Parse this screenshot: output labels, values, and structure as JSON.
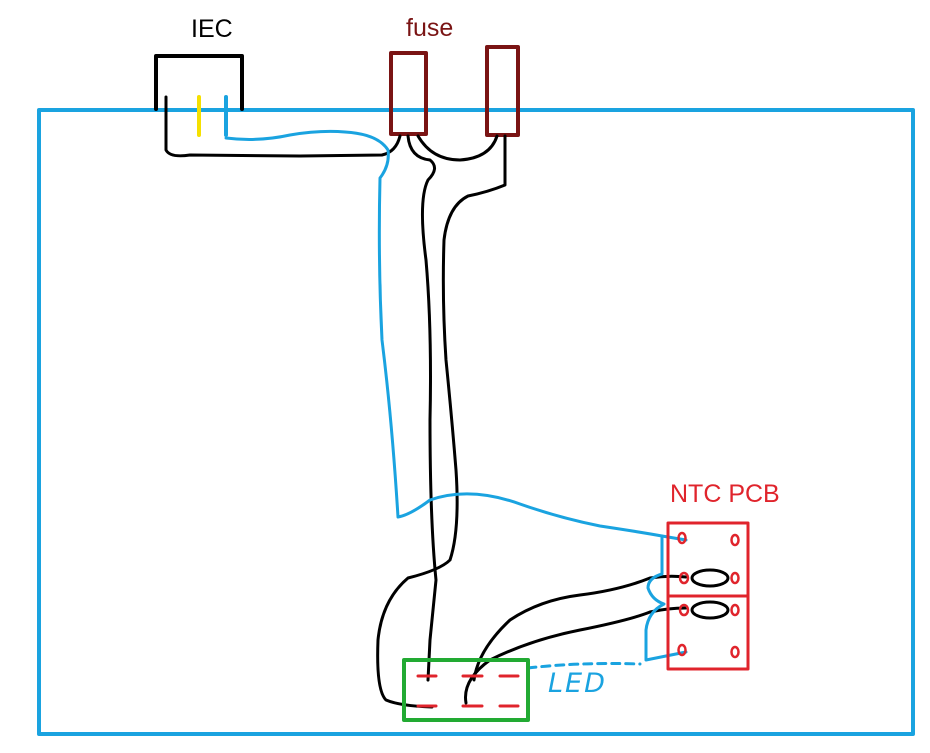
{
  "labels": {
    "iec": "IEC",
    "fuse": "fuse",
    "ntc_pcb": "NTC PCB",
    "led": "LED"
  },
  "colors": {
    "enclosure": "#1aa3e0",
    "iec": "#000000",
    "fuse": "#7a1414",
    "ntc_pcb": "#e0242c",
    "switch": "#22aa33",
    "wire_black": "#000000",
    "wire_blue": "#1aa3e0",
    "earth_yellow": "#f5e000",
    "label_fuse": "#7a1414",
    "label_ntc": "#e0242c",
    "label_led": "#1aa3e0"
  },
  "components": {
    "enclosure": "enclosure-outline",
    "iec": "iec-inlet",
    "fuses": [
      "fuse-holder-left",
      "fuse-holder-right"
    ],
    "ntc_pcb": "ntc-pcb-board",
    "switch": "illuminated-switch"
  }
}
